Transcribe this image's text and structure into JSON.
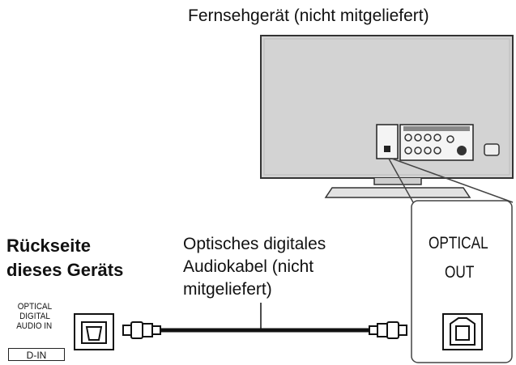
{
  "tv_caption": "Fernsehgerät (nicht mitgeliefert)",
  "rear_label": [
    "Rückseite",
    "dieses Geräts"
  ],
  "cable_label": [
    "Optisches digitales",
    "Audiokabel (nicht",
    "mitgeliefert)"
  ],
  "tv_output": [
    "OPTICAL",
    "OUT"
  ],
  "device_input": [
    "OPTICAL",
    "DIGITAL",
    "AUDIO IN"
  ],
  "device_input_tag": "D-IN",
  "colors": {
    "tv_body": "#d3d3d3",
    "stroke": "#222222",
    "panel": "#f4f4f4"
  }
}
